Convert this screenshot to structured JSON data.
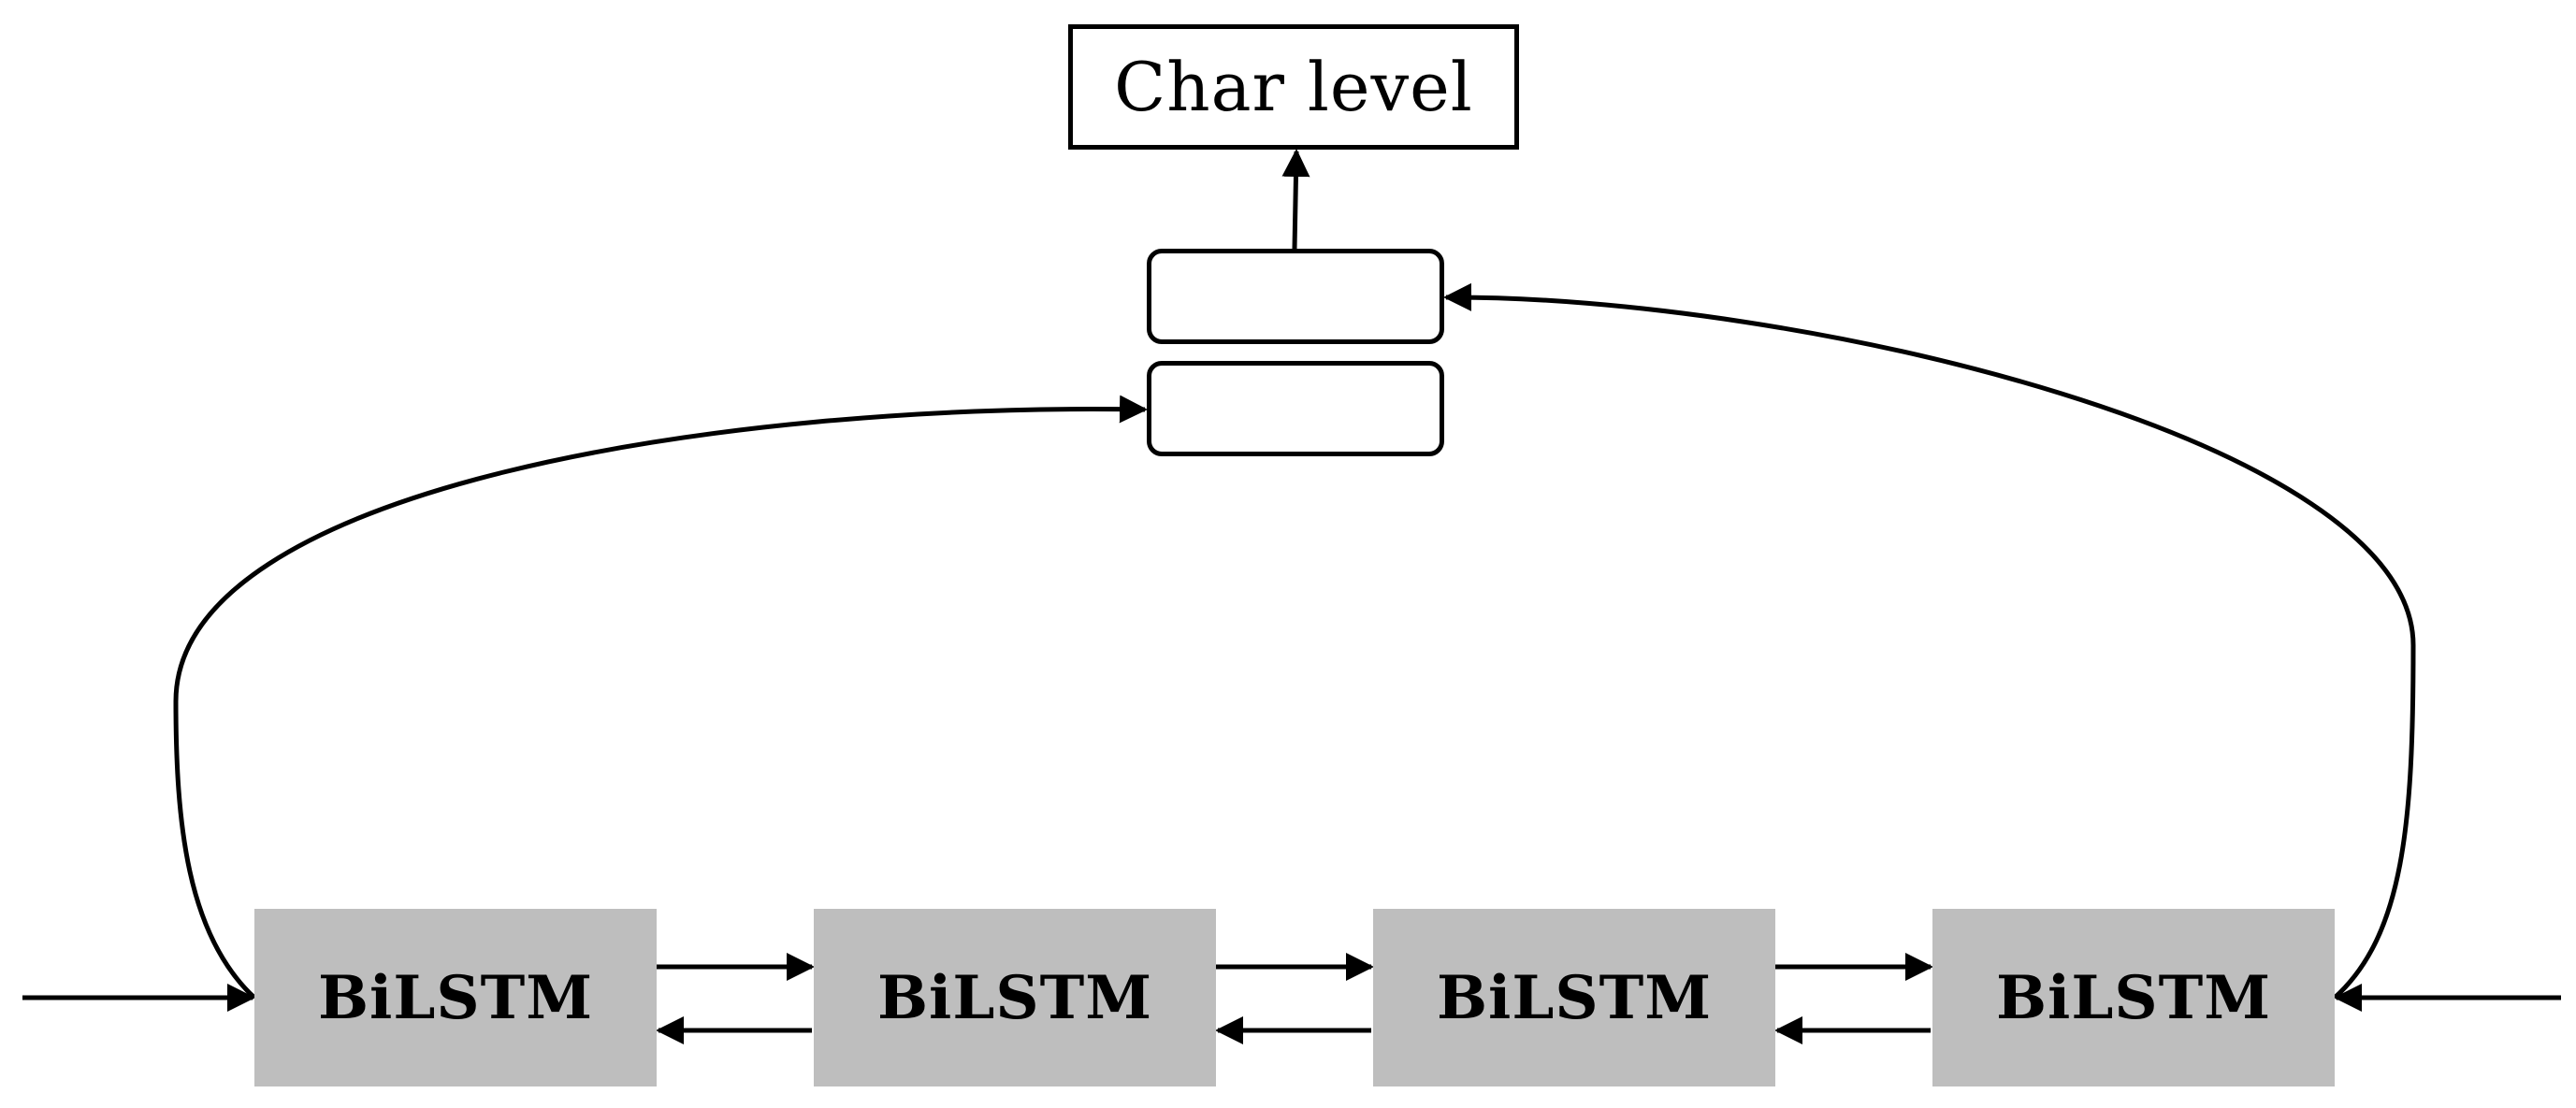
{
  "top_node": {
    "label": "Char level"
  },
  "bilstm_cells": [
    {
      "label": "BiLSTM"
    },
    {
      "label": "BiLSTM"
    },
    {
      "label": "BiLSTM"
    },
    {
      "label": "BiLSTM"
    }
  ],
  "colors": {
    "cell_fill": "#bebebe",
    "stroke": "#000000",
    "background": "#ffffff"
  }
}
